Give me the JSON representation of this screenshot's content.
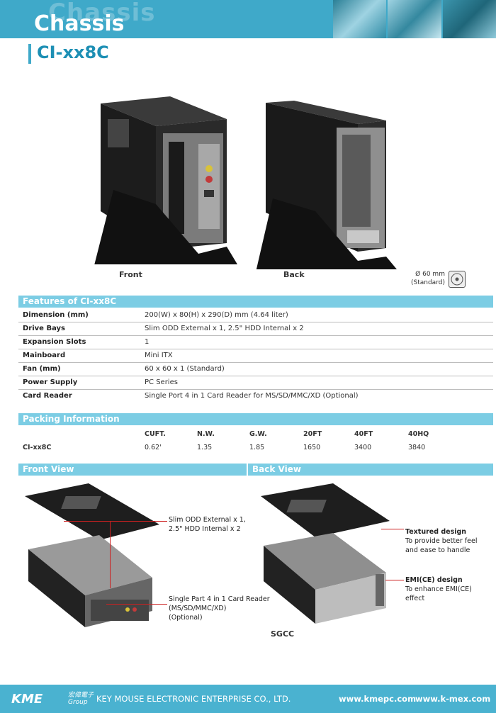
{
  "header": {
    "title": "Chassis",
    "title_ghost": "Chassis",
    "model": "CI-xx8C"
  },
  "product_views": {
    "front_label": "Front",
    "back_label": "Back",
    "fan_size": "Ø 60 mm",
    "fan_note": "(Standard)"
  },
  "features": {
    "heading": "Features of CI-xx8C",
    "rows": [
      {
        "label": "Dimension (mm)",
        "value": "200(W) x 80(H) x 290(D) mm (4.64 liter)"
      },
      {
        "label": "Drive Bays",
        "value": "Slim ODD External x 1, 2.5\" HDD Internal x 2"
      },
      {
        "label": "Expansion Slots",
        "value": "1"
      },
      {
        "label": "Mainboard",
        "value": "Mini ITX"
      },
      {
        "label": "Fan (mm)",
        "value": "60 x 60 x 1 (Standard)"
      },
      {
        "label": "Power Supply",
        "value": "PC Series"
      },
      {
        "label": "Card Reader",
        "value": "Single Port 4 in 1 Card Reader for MS/SD/MMC/XD (Optional)"
      }
    ]
  },
  "packing": {
    "heading": "Packing Information",
    "columns": [
      "CUFT.",
      "N.W.",
      "G.W.",
      "20FT",
      "40FT",
      "40HQ"
    ],
    "row_label": "CI-xx8C",
    "values": [
      "0.62'",
      "1.35",
      "1.85",
      "1650",
      "3400",
      "3840"
    ]
  },
  "front_view": {
    "heading": "Front View",
    "callout1_l1": "Slim ODD External x 1,",
    "callout1_l2": "2.5\" HDD Internal x 2",
    "callout2_l1": "Single Part 4 in 1 Card Reader",
    "callout2_l2": "(MS/SD/MMC/XD)",
    "callout2_l3": "(Optional)"
  },
  "back_view": {
    "heading": "Back View",
    "textured_title": "Textured design",
    "textured_l1": "To provide better feel",
    "textured_l2": "and ease to handle",
    "emi_title": "EMI(CE) design",
    "emi_l1": "To enhance EMI(CE)",
    "emi_l2": "effect",
    "sgcc": "SGCC"
  },
  "footer": {
    "logo": "KME",
    "group_cn": "宏偉電子",
    "group": "Group",
    "company": "KEY MOUSE ELECTRONIC ENTERPRISE CO., LTD.",
    "website1": "www.kmepc.com",
    "website2": "www.k-mex.com"
  },
  "colors": {
    "accent": "#3fa9c9",
    "section_bar": "#7ccde4",
    "callout_red": "#cc2020",
    "footer": "#4ab2d0"
  }
}
